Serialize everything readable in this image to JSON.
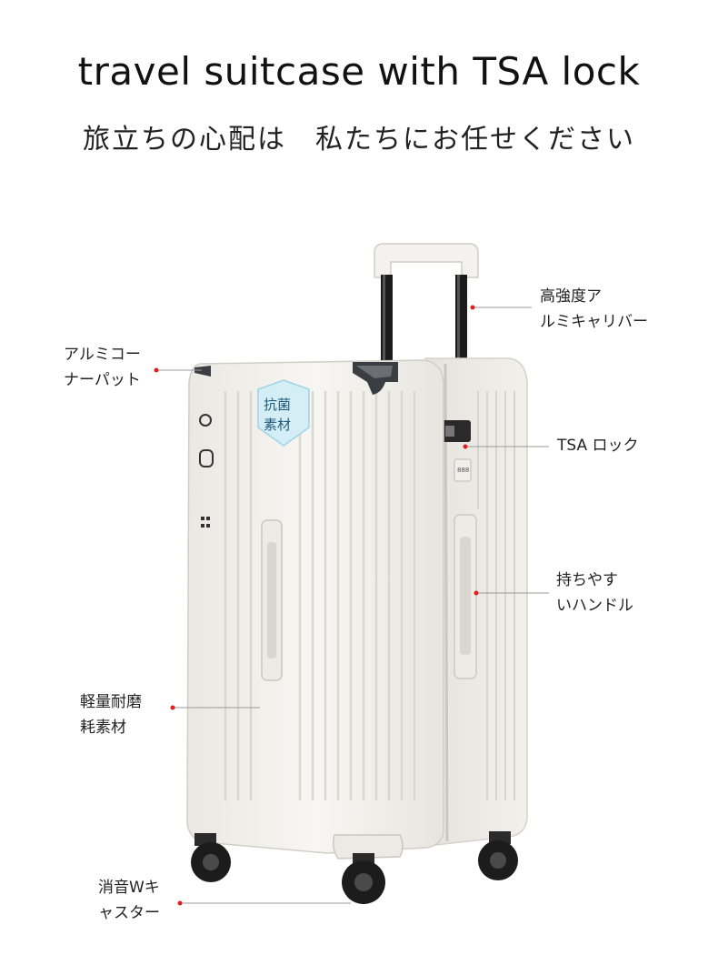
{
  "header": {
    "title": "travel suitcase with TSA lock",
    "subtitle": "旅立ちの心配は　私たちにお任せください"
  },
  "suitcase": {
    "badge_line1": "抗菌",
    "badge_line2": "素材"
  },
  "features": [
    {
      "id": "handle",
      "line1": "高強度ア",
      "line2": "ルミキャリバー"
    },
    {
      "id": "corner",
      "line1": "アルミコー",
      "line2": "ナーパット"
    },
    {
      "id": "lock",
      "line1": "TSA ロック",
      "line2": ""
    },
    {
      "id": "grip",
      "line1": "持ちやす",
      "line2": "いハンドル"
    },
    {
      "id": "material",
      "line1": "軽量耐磨",
      "line2": "耗素材"
    },
    {
      "id": "casters",
      "line1": "消音Wキ",
      "line2": "ャスター"
    }
  ],
  "colors": {
    "accent": "#e02020",
    "shell": "#f4f3ee",
    "frame": "#1a1a1a"
  }
}
